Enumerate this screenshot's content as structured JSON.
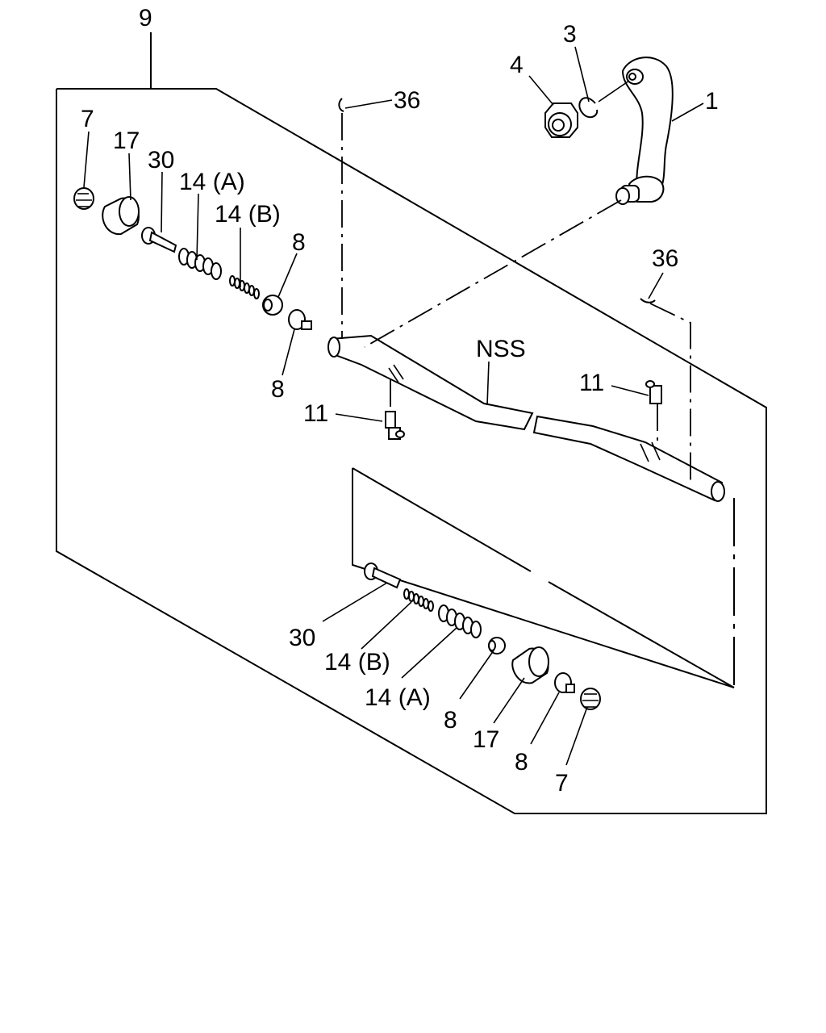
{
  "labels": {
    "n9": "9",
    "n3": "3",
    "n4": "4",
    "n1": "1",
    "n36_top": "36",
    "n36_right": "36",
    "n7_top": "7",
    "n17_top": "17",
    "n30_top": "30",
    "n14a_top": "14 (A)",
    "n14b_top": "14 (B)",
    "n8_top_a": "8",
    "n8_top_b": "8",
    "nss": "NSS",
    "n11_left": "11",
    "n11_right": "11",
    "n30_bottom": "30",
    "n14b_bottom": "14 (B)",
    "n14a_bottom": "14 (A)",
    "n8_bottom_a": "8",
    "n17_bottom": "17",
    "n8_bottom_b": "8",
    "n7_bottom": "7"
  }
}
